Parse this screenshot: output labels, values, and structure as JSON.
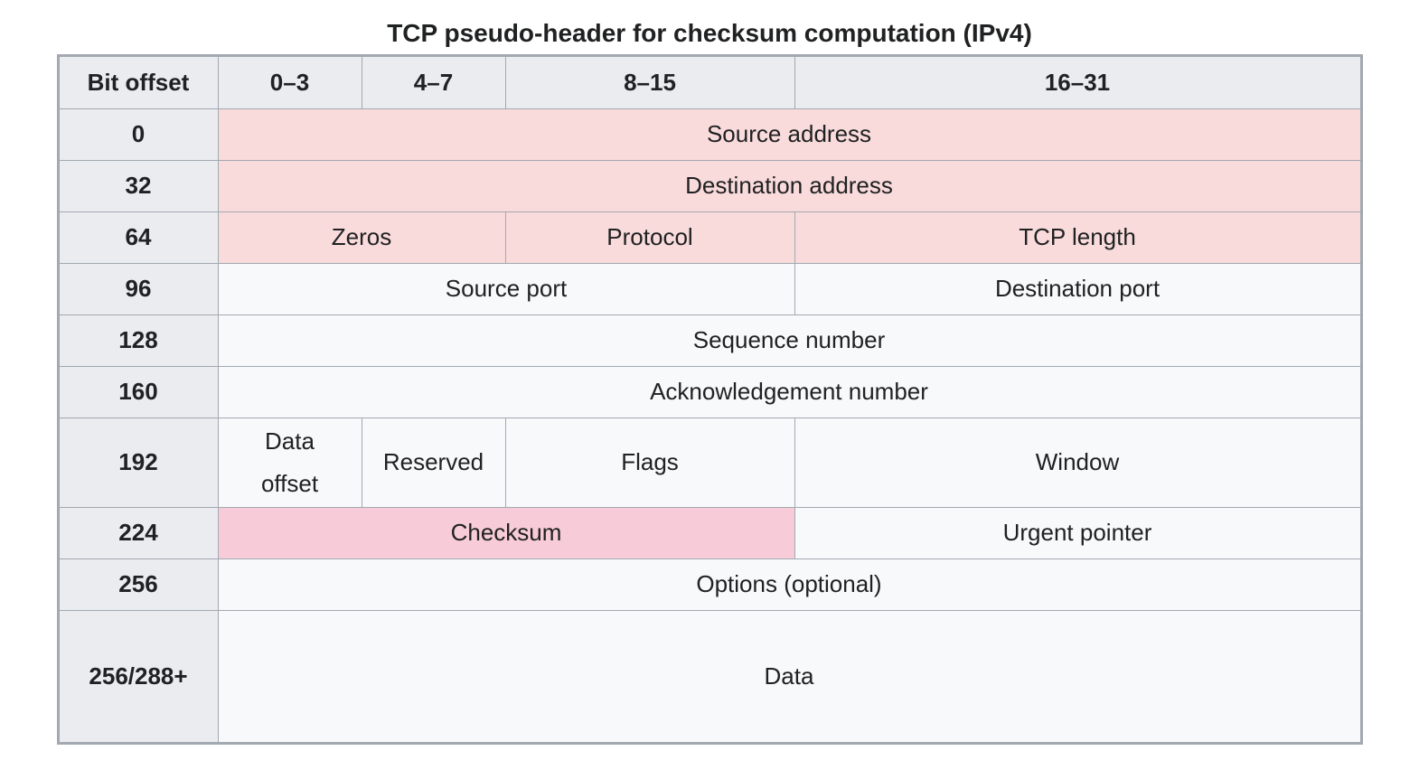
{
  "title": "TCP pseudo-header for checksum computation (IPv4)",
  "colors": {
    "header_bg": "#eaecf0",
    "cell_bg": "#f8f9fa",
    "pink_light": "#f9dbdc",
    "pink_checksum": "#f7ccd8",
    "border": "#a2a9b1",
    "text": "#202122"
  },
  "table": {
    "columns": [
      "Bit offset",
      "0–3",
      "4–7",
      "8–15",
      "16–31"
    ],
    "rows": [
      {
        "offset": "0",
        "cells": [
          {
            "label": "Source address"
          }
        ]
      },
      {
        "offset": "32",
        "cells": [
          {
            "label": "Destination address"
          }
        ]
      },
      {
        "offset": "64",
        "cells": [
          {
            "label": "Zeros"
          },
          {
            "label": "Protocol"
          },
          {
            "label": "TCP length"
          }
        ]
      },
      {
        "offset": "96",
        "cells": [
          {
            "label": "Source port"
          },
          {
            "label": "Destination port"
          }
        ]
      },
      {
        "offset": "128",
        "cells": [
          {
            "label": "Sequence number"
          }
        ]
      },
      {
        "offset": "160",
        "cells": [
          {
            "label": "Acknowledgement number"
          }
        ]
      },
      {
        "offset": "192",
        "cells": [
          {
            "label": "Data offset"
          },
          {
            "label": "Reserved"
          },
          {
            "label": "Flags"
          },
          {
            "label": "Window"
          }
        ]
      },
      {
        "offset": "224",
        "cells": [
          {
            "label": "Checksum"
          },
          {
            "label": "Urgent pointer"
          }
        ]
      },
      {
        "offset": "256",
        "cells": [
          {
            "label": "Options (optional)"
          }
        ]
      },
      {
        "offset": "256/288+",
        "cells": [
          {
            "label": "Data"
          }
        ]
      }
    ]
  }
}
